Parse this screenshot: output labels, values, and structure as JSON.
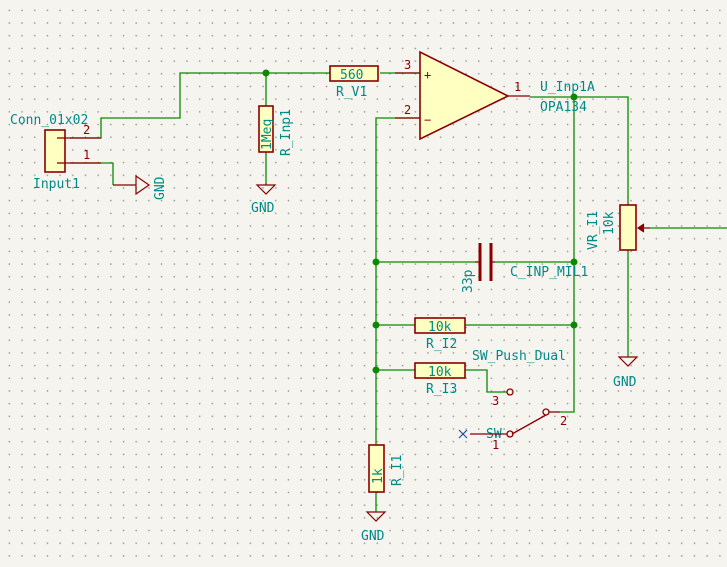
{
  "colors": {
    "wire": "#0a8a00",
    "symbol": "#8a0000",
    "symbol_fill": "#ffffc2",
    "label": "#008a8a",
    "background": "#f5f4ef"
  },
  "components": {
    "connector": {
      "name": "Conn_01x02",
      "ref": "Input1",
      "pin1": "1",
      "pin2": "2"
    },
    "r_inp1": {
      "value": "1Meg",
      "ref": "R_Inp1"
    },
    "r_v1": {
      "value": "560",
      "ref": "R_V1"
    },
    "opamp": {
      "ref": "U_Inp1A",
      "part": "OPA134",
      "pin_noninv": "3",
      "pin_inv": "2",
      "pin_out": "1",
      "plus": "+",
      "minus": "−"
    },
    "capacitor": {
      "value": "33p",
      "ref": "C_INP_MIL1"
    },
    "r_i2": {
      "value": "10k",
      "ref": "R_I2"
    },
    "r_i3": {
      "value": "10k",
      "ref": "R_I3"
    },
    "switch": {
      "name": "SW_Push_Dual",
      "ref": "SW",
      "pin1": "1",
      "pin2": "2",
      "pin3": "3"
    },
    "r_i1": {
      "value": "1k",
      "ref": "R_I1"
    },
    "potentiometer": {
      "ref": "VR_I1",
      "value": "10k"
    }
  },
  "power": {
    "gnd_connector": "GND",
    "gnd_r_inp1": "GND",
    "gnd_pot": "GND",
    "gnd_r_i1": "GND"
  }
}
